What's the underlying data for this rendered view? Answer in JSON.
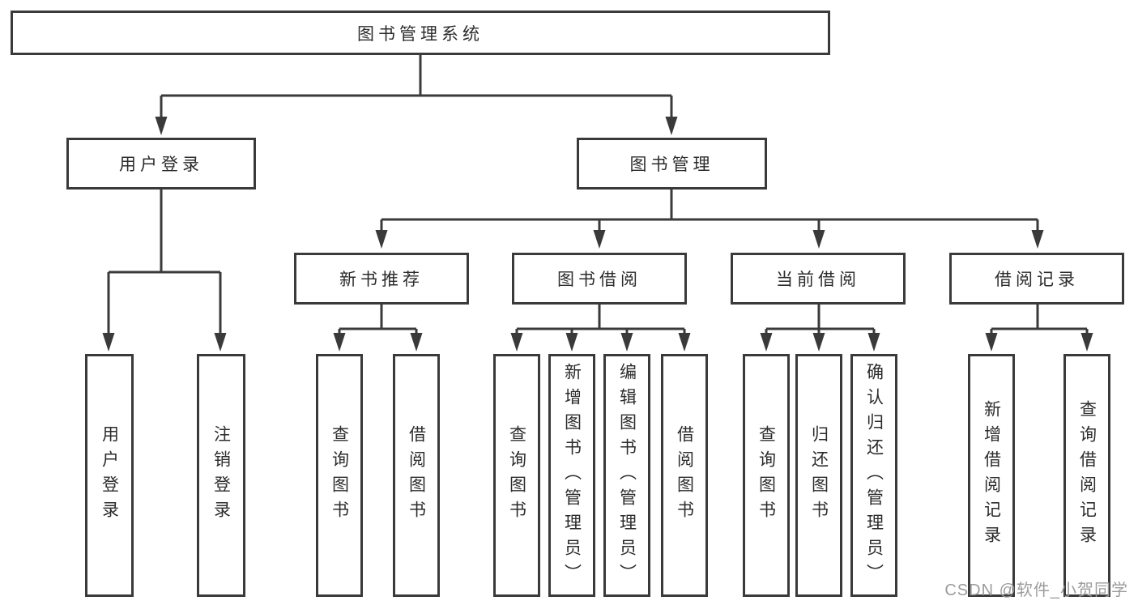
{
  "diagram_title": "图书管理系统",
  "watermark": "CSDN @软件_小贺同学",
  "colors": {
    "line": "#3a3a3a",
    "text": "#2c2c2c",
    "watermark": "#9c9c9c",
    "bg": "#ffffff"
  },
  "tree": {
    "label": "图书管理系统",
    "children": [
      {
        "label": "用户登录",
        "children": [
          {
            "label": "用户登录"
          },
          {
            "label": "注销登录"
          }
        ]
      },
      {
        "label": "图书管理",
        "children": [
          {
            "label": "新书推荐",
            "children": [
              {
                "label": "查询图书"
              },
              {
                "label": "借阅图书"
              }
            ]
          },
          {
            "label": "图书借阅",
            "children": [
              {
                "label": "查询图书"
              },
              {
                "label": "新增图书（管理员）"
              },
              {
                "label": "编辑图书（管理员）"
              },
              {
                "label": "借阅图书"
              }
            ]
          },
          {
            "label": "当前借阅",
            "children": [
              {
                "label": "查询图书"
              },
              {
                "label": "归还图书"
              },
              {
                "label": "确认归还（管理员）"
              }
            ]
          },
          {
            "label": "借阅记录",
            "children": [
              {
                "label": "新增借阅记录"
              },
              {
                "label": "查询借阅记录"
              }
            ]
          }
        ]
      }
    ]
  }
}
